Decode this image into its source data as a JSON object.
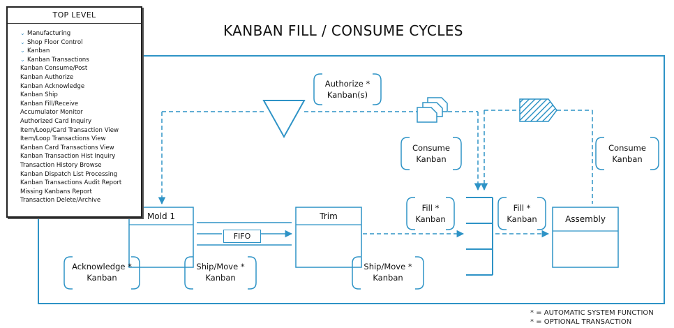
{
  "menu": {
    "title": "TOP LEVEL",
    "tree": [
      "Manufacturing",
      "Shop Floor Control",
      "Kanban",
      "Kanban Transactions"
    ],
    "items": [
      "Kanban Consume/Post",
      "Kanban Authorize",
      "Kanban Acknowledge",
      "Kanban Ship",
      "Kanban Fill/Receive",
      "Accumulator Monitor",
      "Authorized Card Inquiry",
      "Item/Loop/Card Transaction View",
      "Item/Loop Transactions View",
      "Kanban Card Transactions View",
      "Kanban Transaction Hist Inquiry",
      "Transaction History Browse",
      "Kanban Dispatch List Processing",
      "Kanban Transactions Audit Report",
      "Missing Kanbans Report",
      "Transaction Delete/Archive"
    ]
  },
  "diagram": {
    "title": "KANBAN FILL / CONSUME CYCLES",
    "processes": {
      "mold": "Mold 1",
      "trim": "Trim",
      "assembly": "Assembly"
    },
    "fifo": "FIFO",
    "bubbles": {
      "authorize": [
        "Authorize *",
        "Kanban(s)"
      ],
      "consume_left": [
        "Consume",
        "Kanban"
      ],
      "consume_right": [
        "Consume",
        "Kanban"
      ],
      "fill_left": [
        "Fill *",
        "Kanban"
      ],
      "fill_right": [
        "Fill *",
        "Kanban"
      ],
      "acknowledge": [
        "Acknowledge *",
        "Kanban"
      ],
      "ship_mold": [
        "Ship/Move *",
        "Kanban"
      ],
      "ship_trim": [
        "Ship/Move *",
        "Kanban"
      ]
    },
    "legend": [
      "* = AUTOMATIC SYSTEM FUNCTION",
      "* = OPTIONAL TRANSACTION"
    ],
    "colors": {
      "line": "#2e93c6",
      "text": "#111111"
    }
  }
}
